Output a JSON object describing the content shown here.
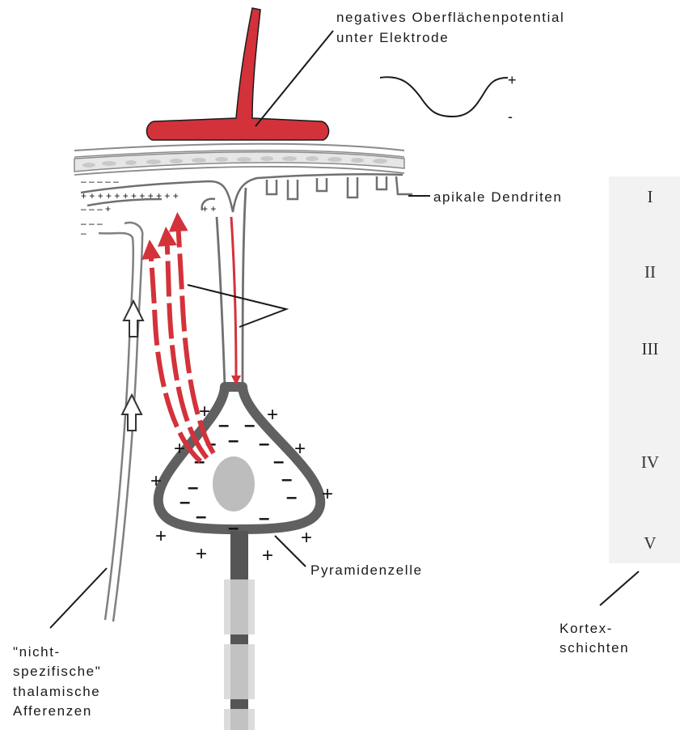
{
  "labels": {
    "electrode_line1": "negatives Oberflächenpotential",
    "electrode_line2": "unter Elektrode",
    "apical": "apikale Dendriten",
    "pyramid": "Pyramidenzelle",
    "afferent_line1": "\"nicht-",
    "afferent_line2": "spezifische\"",
    "afferent_line3": "thalamische",
    "afferent_line4": "Afferenzen",
    "cortex_line1": "Kortex-",
    "cortex_line2": "schichten"
  },
  "waveform_labels": {
    "plus": "+",
    "minus": "-"
  },
  "layers": [
    "I",
    "II",
    "III",
    "IV",
    "V"
  ],
  "signs": {
    "plus": "+",
    "minus": "–"
  },
  "colors": {
    "electrode": "#d3323b",
    "current_arrows": "#d3323b",
    "membrane": "#707070",
    "axon": "#555555",
    "nucleus": "#bdbdbd",
    "layer_panel": "#f2f2f2"
  }
}
